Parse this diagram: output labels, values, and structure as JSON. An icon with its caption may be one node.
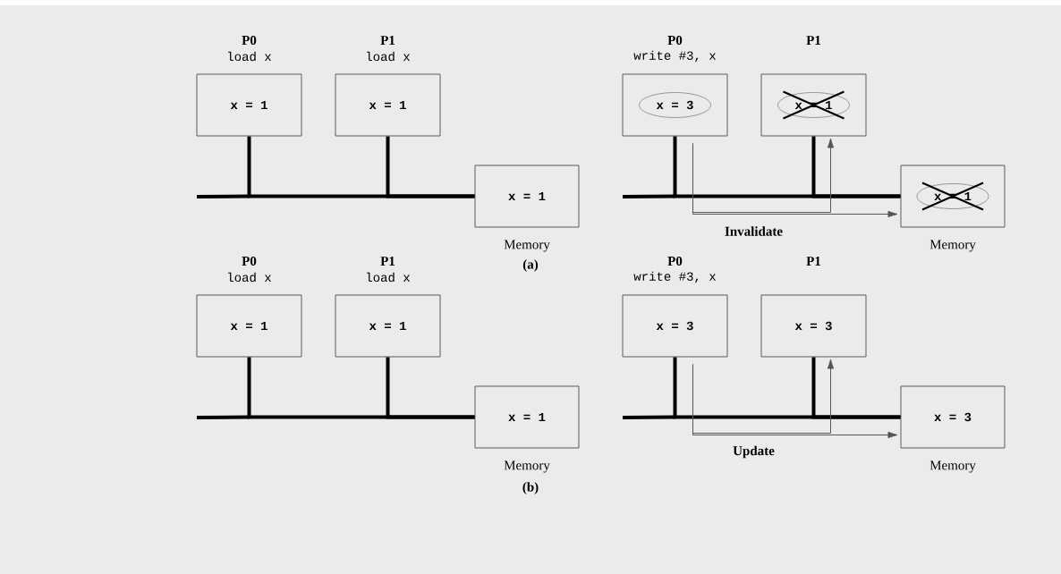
{
  "diagram": {
    "nodes": [
      {
        "text": [
          "P0",
          "load x",
          "x = 1"
        ]
      },
      {
        "text": [
          "P1",
          "load x",
          "x = 1"
        ]
      },
      {
        "text": [
          "x = 1",
          "Memory"
        ]
      },
      {
        "text": [
          "P0",
          "write #3, x",
          "x = 3"
        ]
      },
      {
        "text": [
          "P1",
          "x = 1"
        ]
      },
      {
        "text": [
          "x = 1",
          "Memory"
        ]
      },
      {
        "text": [
          "P0",
          "load x",
          "x = 1"
        ]
      },
      {
        "text": [
          "P1",
          "load x",
          "x = 1"
        ]
      },
      {
        "text": [
          "x = 1",
          "Memory"
        ]
      },
      {
        "text": [
          "P0",
          "write #3, x",
          "x = 3"
        ]
      },
      {
        "text": [
          "P1",
          "x = 3"
        ]
      },
      {
        "text": [
          "x = 3",
          "Memory"
        ]
      }
    ],
    "edges": [
      {
        "from": 0,
        "to": 2,
        "arrow": "none"
      },
      {
        "from": 1,
        "to": 2,
        "arrow": "none"
      },
      {
        "from": 3,
        "to": 5,
        "arrow": "none"
      },
      {
        "from": 4,
        "to": 5,
        "arrow": "none"
      },
      {
        "from": 3,
        "to": 5,
        "arrow": "to",
        "label": "Invalidate",
        "color": "#555555"
      },
      {
        "from": 3,
        "to": 4,
        "arrow": "to",
        "color": "#555555"
      },
      {
        "from": 6,
        "to": 8,
        "arrow": "none"
      },
      {
        "from": 7,
        "to": 8,
        "arrow": "none"
      },
      {
        "from": 9,
        "to": 11,
        "arrow": "none"
      },
      {
        "from": 10,
        "to": 11,
        "arrow": "none"
      },
      {
        "from": 9,
        "to": 11,
        "arrow": "to",
        "label": "Update",
        "color": "#555555"
      },
      {
        "from": 9,
        "to": 10,
        "arrow": "to",
        "color": "#555555"
      }
    ],
    "labels": [
      "(a)",
      "(b)"
    ]
  }
}
